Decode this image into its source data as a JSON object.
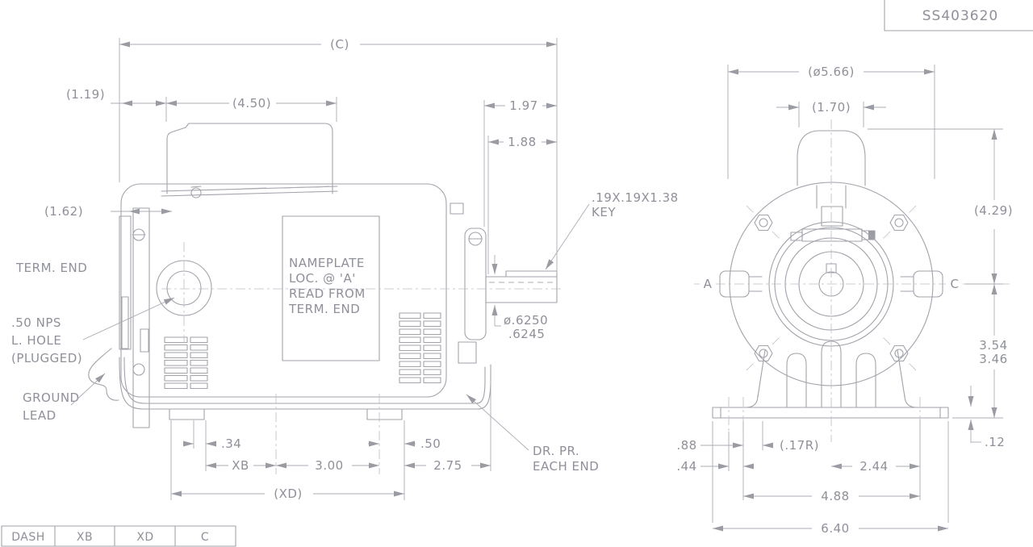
{
  "colors": {
    "line": "#a2a3ab",
    "text": "#8f9099",
    "background": "#ffffff"
  },
  "title_block": {
    "drawing_number": "SS403620"
  },
  "dash_table": {
    "headers": [
      "DASH",
      "XB",
      "XD",
      "C"
    ]
  },
  "side_view": {
    "dims": {
      "overall_c": "(C)",
      "d1_19": "(1.19)",
      "d4_50": "(4.50)",
      "d1_97": "1.97",
      "d1_88": "1.88",
      "d1_62": "(1.62)",
      "shaft_dia_max": "ø.6250",
      "shaft_dia_min": ".6245",
      "d0_34": ".34",
      "xb": "XB",
      "d3_00": "3.00",
      "d0_50": ".50",
      "d2_75": "2.75",
      "xd": "(XD)"
    },
    "notes": {
      "term_end": "TERM. END",
      "nps_line1": ".50 NPS",
      "nps_line2": "L. HOLE",
      "nps_line3": "(PLUGGED)",
      "ground_line1": "GROUND",
      "ground_line2": "LEAD",
      "key_line1": ".19X.19X1.38",
      "key_line2": "KEY",
      "drain_line1": "DR. PR.",
      "drain_line2": "EACH END",
      "nameplate_line1": "NAMEPLATE",
      "nameplate_line2": "LOC. @ 'A'",
      "nameplate_line3": "READ FROM",
      "nameplate_line4": "TERM. END"
    }
  },
  "end_view": {
    "dims": {
      "dia5_66": "(ø5.66)",
      "d1_70": "(1.70)",
      "d4_29": "(4.29)",
      "d3_54": "3.54",
      "d3_46": "3.46",
      "d0_12": ".12",
      "d0_88": ".88",
      "d0_44": ".44",
      "r0_17": "(.17R)",
      "d2_44": "2.44",
      "d4_88": "4.88",
      "d6_40": "6.40"
    },
    "labels": {
      "left_center": "A",
      "right_center": "C"
    }
  }
}
